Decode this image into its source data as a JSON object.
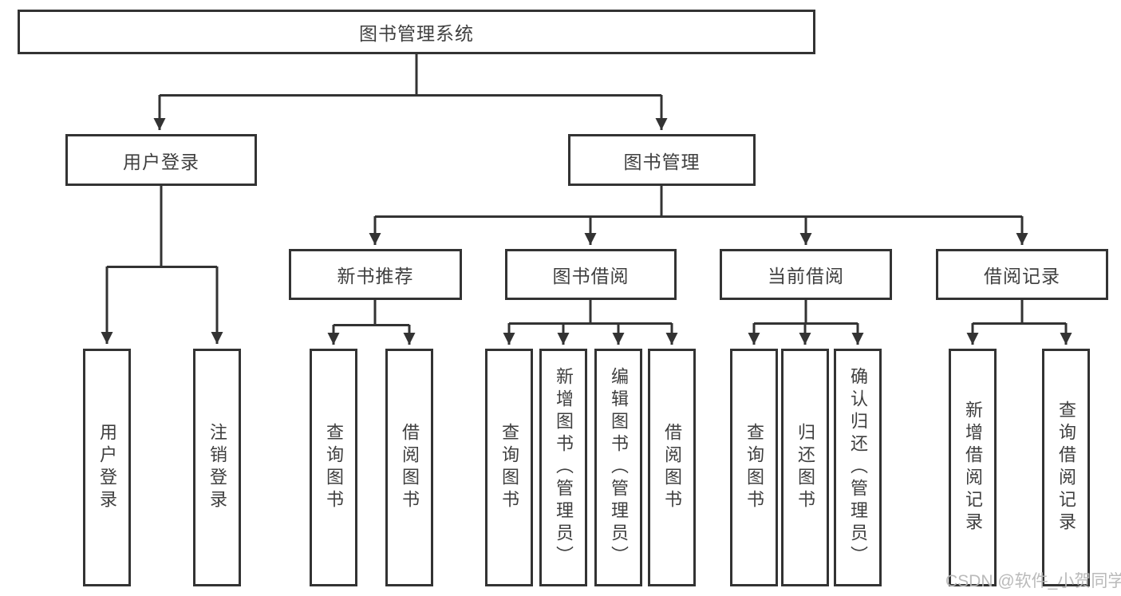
{
  "diagram": {
    "root": {
      "label": "图书管理系统"
    },
    "branches": [
      {
        "label": "用户登录",
        "children": [
          {
            "label": "用户登录"
          },
          {
            "label": "注销登录"
          }
        ]
      },
      {
        "label": "图书管理",
        "children": [
          {
            "label": "新书推荐",
            "children": [
              {
                "label": "查询图书"
              },
              {
                "label": "借阅图书"
              }
            ]
          },
          {
            "label": "图书借阅",
            "children": [
              {
                "label": "查询图书"
              },
              {
                "label": "新增图书（管理员）"
              },
              {
                "label": "编辑图书（管理员）"
              },
              {
                "label": "借阅图书"
              }
            ]
          },
          {
            "label": "当前借阅",
            "children": [
              {
                "label": "查询图书"
              },
              {
                "label": "归还图书"
              },
              {
                "label": "确认归还（管理员）"
              }
            ]
          },
          {
            "label": "借阅记录",
            "children": [
              {
                "label": "新增借阅记录"
              },
              {
                "label": "查询借阅记录"
              }
            ]
          }
        ]
      }
    ]
  },
  "watermark": {
    "text": "CSDN @软件_小贺同学"
  },
  "colors": {
    "line": "#333333",
    "box_border": "#333333",
    "text": "#3f3f3f",
    "background": "#ffffff",
    "watermark": "#b6b6b6"
  }
}
